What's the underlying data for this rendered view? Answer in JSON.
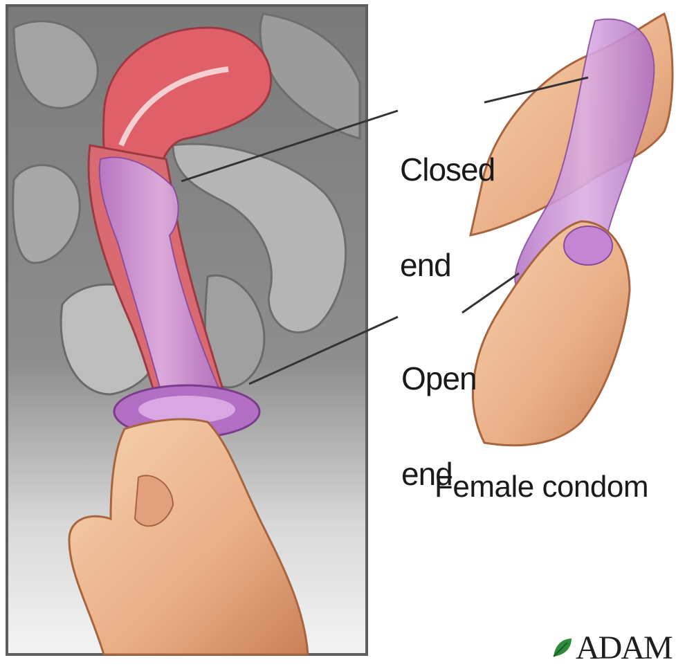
{
  "labels": {
    "closed_line1": "Closed",
    "closed_line2": "end",
    "open_line1": "Open",
    "open_line2": "end",
    "caption": "Female condom"
  },
  "logo": {
    "text": "ADAM",
    "leaf_color": "#2e8b3a"
  },
  "icons": {
    "logo_mark": "leaf-icon"
  },
  "colors": {
    "uterus": "#e0606a",
    "condom": "#c889d6",
    "tissue_gray": "#8d8d8d",
    "skin": "#f2c4a0",
    "frame": "#6b6b6b"
  }
}
